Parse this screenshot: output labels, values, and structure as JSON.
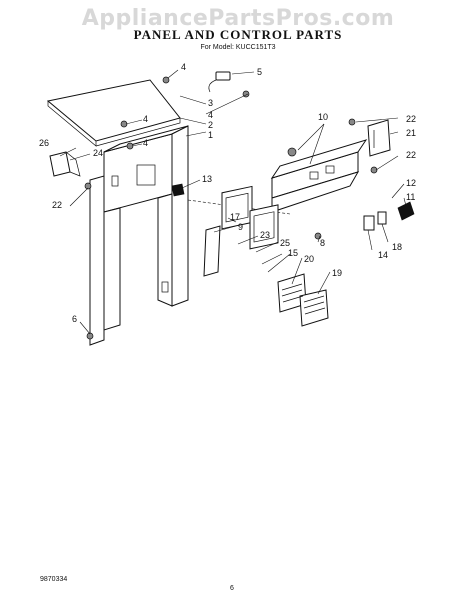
{
  "watermark": "AppliancePartsPros.com",
  "header": {
    "title": "PANEL AND CONTROL PARTS",
    "subtitle": "For Model: KUCC151T3"
  },
  "callouts": {
    "c1": "1",
    "c2": "2",
    "c3": "3",
    "c4a": "4",
    "c4b": "4",
    "c4c": "4",
    "c4d": "4",
    "c5": "5",
    "c6": "6",
    "c8": "8",
    "c9": "9",
    "c10": "10",
    "c11": "11",
    "c12": "12",
    "c13": "13",
    "c14": "14",
    "c15": "15",
    "c17": "17",
    "c18": "18",
    "c19": "19",
    "c20": "20",
    "c21": "21",
    "c22a": "22",
    "c22b": "22",
    "c22c": "22",
    "c23": "23",
    "c24": "24",
    "c25": "25",
    "c26": "26"
  },
  "footer": {
    "doc_number": "9870334",
    "page_number": "6"
  }
}
